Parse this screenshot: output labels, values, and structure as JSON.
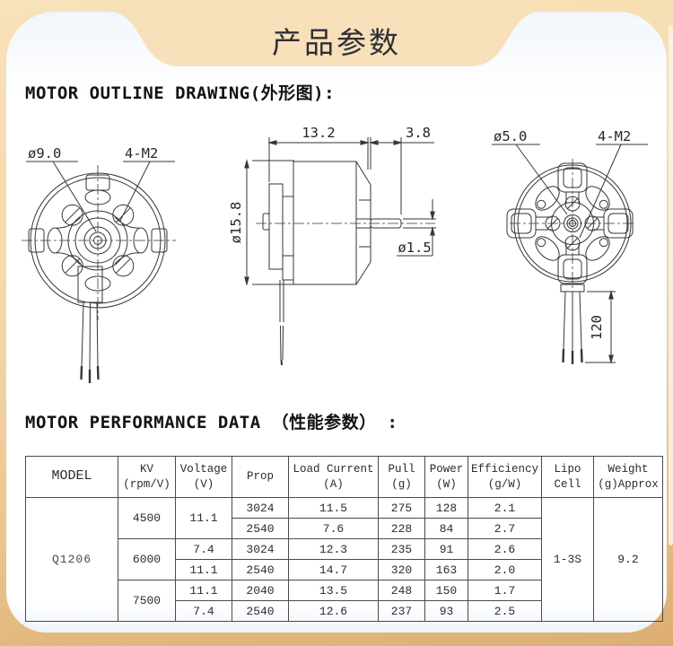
{
  "page": {
    "title": "产品参数"
  },
  "colors": {
    "page_bg_top": "#f8e2ba",
    "page_bg_bottom": "#dcae74",
    "notch_fill": "#f7e0ba",
    "card_bg": "#ffffff",
    "line_color": "#36363b",
    "table_border": "#4a4a4a"
  },
  "sections": {
    "outline_heading": "MOTOR OUTLINE DRAWING(外形图):",
    "performance_heading": "MOTOR PERFORMANCE DATA （性能参数） :"
  },
  "drawings": {
    "front_view": {
      "label_diameter": "ø9.0",
      "label_screws": "4-M2"
    },
    "side_view": {
      "label_body_length": "13.2",
      "label_shaft_length": "3.8",
      "label_body_diameter": "ø15.8",
      "label_shaft_diameter": "ø1.5"
    },
    "rear_view": {
      "label_shaft_hole": "ø5.0",
      "label_screws": "4-M2",
      "label_wire_length": "120"
    }
  },
  "table": {
    "headers": [
      {
        "l1": "MODEL",
        "l2": ""
      },
      {
        "l1": "KV",
        "l2": "(rpm/V)"
      },
      {
        "l1": "Voltage",
        "l2": "(V)"
      },
      {
        "l1": "Prop",
        "l2": ""
      },
      {
        "l1": "Load Current",
        "l2": "(A)"
      },
      {
        "l1": "Pull",
        "l2": "(g)"
      },
      {
        "l1": "Power",
        "l2": "(W)"
      },
      {
        "l1": "Efficiency",
        "l2": "(g/W)"
      },
      {
        "l1": "Lipo",
        "l2": "Cell"
      },
      {
        "l1": "Weight",
        "l2": "(g)Approx"
      }
    ],
    "model": "Q1206",
    "lipo_cell": "1-3S",
    "weight": "9.2",
    "rows": [
      {
        "kv": "4500",
        "voltage": "11.1",
        "prop": "3024",
        "load_current": "11.5",
        "pull": "275",
        "power": "128",
        "efficiency": "2.1"
      },
      {
        "prop": "2540",
        "load_current": "7.6",
        "pull": "228",
        "power": "84",
        "efficiency": "2.7"
      },
      {
        "kv": "6000",
        "voltage": "7.4",
        "prop": "3024",
        "load_current": "12.3",
        "pull": "235",
        "power": "91",
        "efficiency": "2.6"
      },
      {
        "voltage": "11.1",
        "prop": "2540",
        "load_current": "14.7",
        "pull": "320",
        "power": "163",
        "efficiency": "2.0"
      },
      {
        "kv": "7500",
        "voltage": "11.1",
        "prop": "2040",
        "load_current": "13.5",
        "pull": "248",
        "power": "150",
        "efficiency": "1.7"
      },
      {
        "voltage": "7.4",
        "prop": "2540",
        "load_current": "12.6",
        "pull": "237",
        "power": "93",
        "efficiency": "2.5"
      }
    ]
  }
}
